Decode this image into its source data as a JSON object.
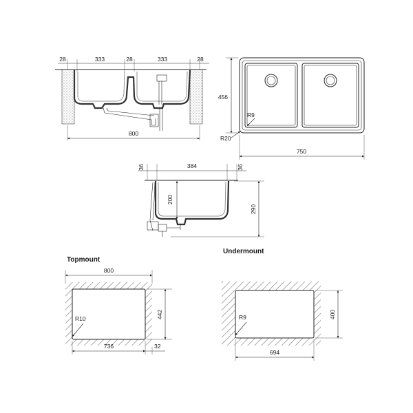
{
  "top_view": {
    "dims": [
      "28",
      "333",
      "28",
      "333",
      "28"
    ],
    "width": "800"
  },
  "plan_view": {
    "height": "456",
    "corner_inner": "R9",
    "corner_outer": "R20",
    "width": "750"
  },
  "section_view": {
    "dims": [
      "36",
      "384",
      "36"
    ],
    "depth_inner": "200",
    "depth_total": "290"
  },
  "topmount": {
    "title": "Topmount",
    "width": "800",
    "height": "442",
    "radius": "R10",
    "inner_width": "736",
    "edge": "32"
  },
  "undermount": {
    "title": "Undermount",
    "height": "400",
    "radius": "R9",
    "inner_width": "694"
  },
  "colors": {
    "line": "#222222",
    "hatch": "#888888",
    "background": "#ffffff"
  }
}
